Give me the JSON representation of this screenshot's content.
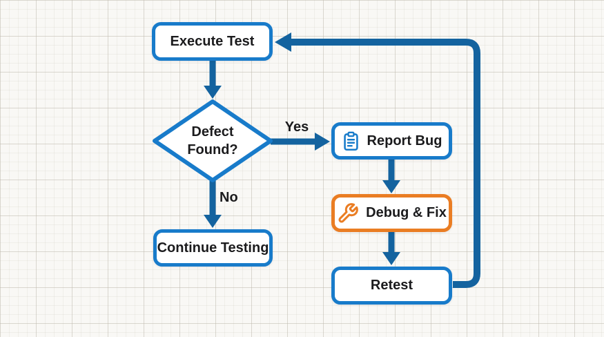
{
  "colors": {
    "node_border": "#187bca",
    "arrow": "#14639f",
    "accent_orange": "#ea7d23",
    "text": "#1b1b1d",
    "node_fill": "#ffffff",
    "background": "#f9f8f5"
  },
  "nodes": {
    "execute_test": {
      "label": "Execute Test"
    },
    "defect_found": {
      "label": "Defect Found?"
    },
    "report_bug": {
      "label": "Report Bug",
      "icon": "clipboard-icon"
    },
    "debug_fix": {
      "label": "Debug & Fix",
      "icon": "wrench-icon"
    },
    "retest": {
      "label": "Retest"
    },
    "continue_testing": {
      "label": "Continue Testing"
    }
  },
  "edge_labels": {
    "yes": "Yes",
    "no": "No"
  }
}
